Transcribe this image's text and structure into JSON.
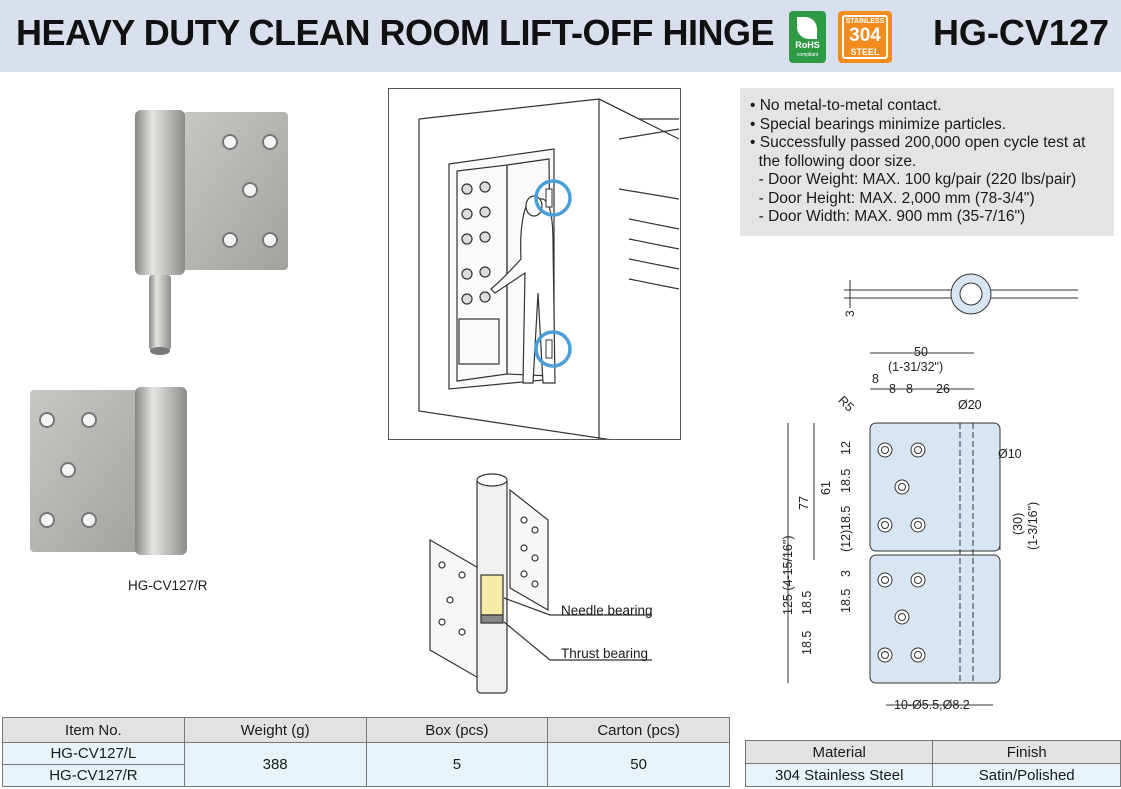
{
  "header": {
    "title": "HEAVY DUTY CLEAN ROOM LIFT-OFF HINGE",
    "model": "HG-CV127",
    "rohs_badge": {
      "label": "RoHS",
      "sub": "compliant",
      "icon": "leaf-icon"
    },
    "steel_badge": {
      "line1": "STAINLESS",
      "line2": "304",
      "line3": "STEEL"
    }
  },
  "features": [
    "• No metal-to-metal contact.",
    "• Special bearings minimize particles.",
    "• Successfully passed 200,000 open cycle test at",
    "  the following door size.",
    "  - Door Weight: MAX. 100 kg/pair (220 lbs/pair)",
    "  - Door Height: MAX. 2,000 mm (78-3/4\")",
    "  - Door Width: MAX. 900 mm (35-7/16\")"
  ],
  "photo_caption": "HG-CV127/R",
  "bearing_labels": {
    "needle": "Needle bearing",
    "thrust": "Thrust bearing"
  },
  "dimensions": {
    "d50": "50",
    "d50_in": "(1-31/32\")",
    "d8a": "8",
    "d8b": "8",
    "d8c": "8",
    "d26": "26",
    "r5": "R5",
    "d20": "Ø20",
    "d10": "Ø10",
    "d30": "(30)",
    "d30_in": "(1-3/16\")",
    "d12": "12",
    "d18_5a": "18.5",
    "d18_5b": "18.5",
    "d12p": "(12)",
    "d3": "3",
    "d18_5c": "18.5",
    "d18_5d": "18.5",
    "d18_5e": "18.5",
    "d61": "61",
    "d77": "77",
    "d125": "125 (4-15/16\")",
    "holes": "10-Ø5.5,Ø8.2",
    "thick": "3"
  },
  "spec_table": {
    "headers": [
      "Item No.",
      "Weight (g)",
      "Box (pcs)",
      "Carton (pcs)"
    ],
    "items": [
      "HG-CV127/L",
      "HG-CV127/R"
    ],
    "weight": "388",
    "box": "5",
    "carton": "50"
  },
  "material_table": {
    "headers": [
      "Material",
      "Finish"
    ],
    "material": "304 Stainless Steel",
    "finish": "Satin/Polished"
  },
  "colors": {
    "header_bg": "#d9dfec",
    "table_fill": "#e8f3f9",
    "drawing_fill": "#d8e6f4",
    "highlight": "#4a9fd8"
  }
}
